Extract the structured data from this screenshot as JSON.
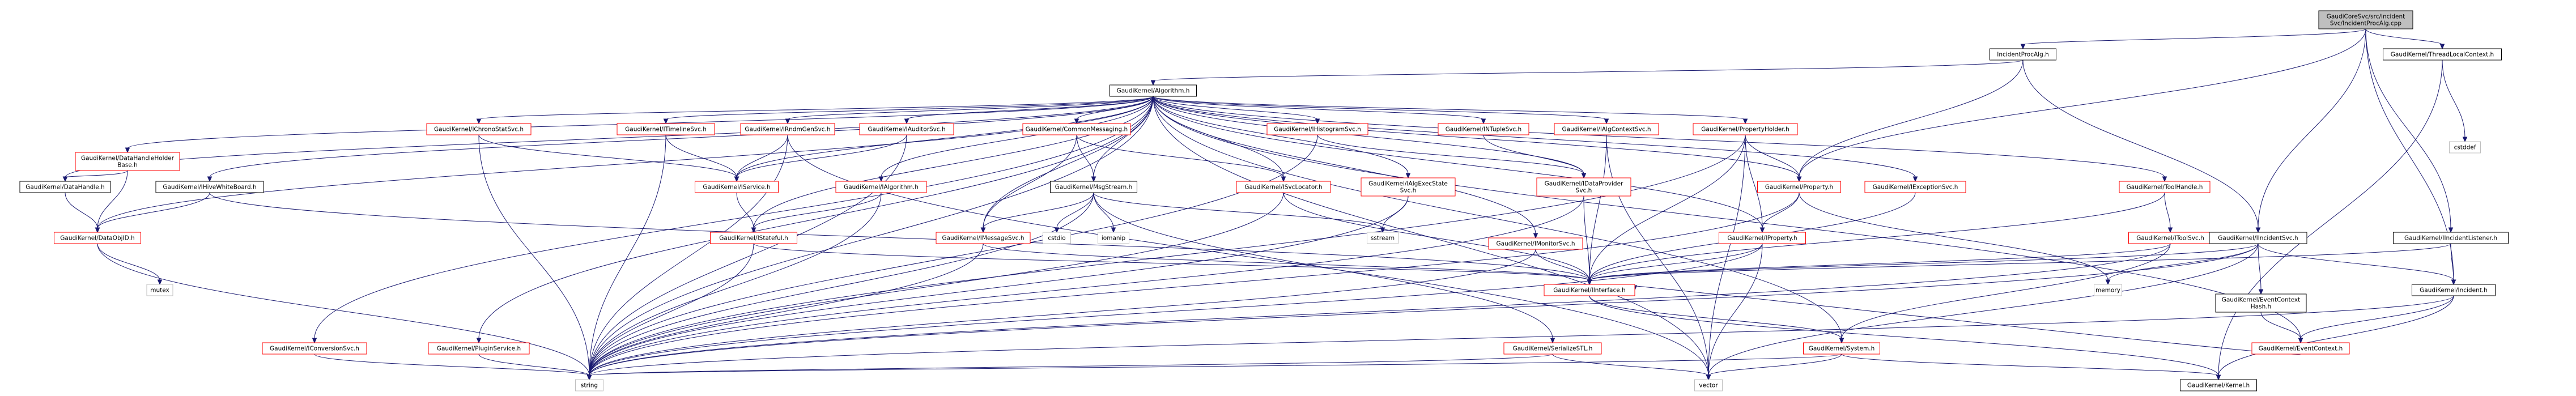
{
  "diagram": {
    "colors": {
      "edge": "#191970",
      "root_fill": "#bfbfbf",
      "root_border": "#000000",
      "documented_border": "#000000",
      "undocumented_border": "#ff0000",
      "node_fill": "#ffffff",
      "leaf_border": "#bfbfbf"
    },
    "nodes": [
      {
        "id": "root",
        "lines": [
          "GaudiCoreSvc/src/Incident",
          "Svc/IncidentProcAlg.cpp"
        ],
        "style": "root"
      },
      {
        "id": "incidentprocalg",
        "lines": [
          "IncidentProcAlg.h"
        ],
        "style": "documented"
      },
      {
        "id": "threadlocalcontext",
        "lines": [
          "GaudiKernel/ThreadLocalContext.h"
        ],
        "style": "documented"
      },
      {
        "id": "algorithm",
        "lines": [
          "GaudiKernel/Algorithm.h"
        ],
        "style": "documented"
      },
      {
        "id": "cstddef",
        "lines": [
          "cstddef"
        ],
        "style": "leaf"
      },
      {
        "id": "datahandleholderbase",
        "lines": [
          "GaudiKernel/DataHandleHolder",
          "Base.h"
        ],
        "style": "undocumented"
      },
      {
        "id": "ichronostatsvc",
        "lines": [
          "GaudiKernel/IChronoStatSvc.h"
        ],
        "style": "undocumented"
      },
      {
        "id": "itimelinesvc",
        "lines": [
          "GaudiKernel/ITimelineSvc.h"
        ],
        "style": "undocumented"
      },
      {
        "id": "indmgensvc",
        "lines": [
          "GaudiKernel/IRndmGenSvc.h"
        ],
        "style": "undocumented"
      },
      {
        "id": "iauditorsvc",
        "lines": [
          "GaudiKernel/IAuditorSvc.h"
        ],
        "style": "undocumented"
      },
      {
        "id": "commonmessaging",
        "lines": [
          "GaudiKernel/CommonMessaging.h"
        ],
        "style": "undocumented"
      },
      {
        "id": "ihistogramsvc",
        "lines": [
          "GaudiKernel/IHistogramSvc.h"
        ],
        "style": "undocumented"
      },
      {
        "id": "intuplesvc",
        "lines": [
          "GaudiKernel/INTupleSvc.h"
        ],
        "style": "undocumented"
      },
      {
        "id": "ialgcontextsvc",
        "lines": [
          "GaudiKernel/IAlgContextSvc.h"
        ],
        "style": "undocumented"
      },
      {
        "id": "propertyholder",
        "lines": [
          "GaudiKernel/PropertyHolder.h"
        ],
        "style": "undocumented"
      },
      {
        "id": "datahandle",
        "lines": [
          "GaudiKernel/DataHandle.h"
        ],
        "style": "documented"
      },
      {
        "id": "ihivewhiteboard",
        "lines": [
          "GaudiKernel/IHiveWhiteBoard.h"
        ],
        "style": "documented"
      },
      {
        "id": "iservice",
        "lines": [
          "GaudiKernel/IService.h"
        ],
        "style": "undocumented"
      },
      {
        "id": "ialgorithm",
        "lines": [
          "GaudiKernel/IAlgorithm.h"
        ],
        "style": "undocumented"
      },
      {
        "id": "msgstream",
        "lines": [
          "GaudiKernel/MsgStream.h"
        ],
        "style": "documented"
      },
      {
        "id": "isvclocator",
        "lines": [
          "GaudiKernel/ISvcLocator.h"
        ],
        "style": "undocumented"
      },
      {
        "id": "algexecstatesvc",
        "lines": [
          "GaudiKernel/IAlgExecState",
          "Svc.h"
        ],
        "style": "undocumented"
      },
      {
        "id": "dataprovidersvc",
        "lines": [
          "GaudiKernel/IDataProvider",
          "Svc.h"
        ],
        "style": "undocumented"
      },
      {
        "id": "property",
        "lines": [
          "GaudiKernel/Property.h"
        ],
        "style": "undocumented"
      },
      {
        "id": "iexceptionsvc",
        "lines": [
          "GaudiKernel/IExceptionSvc.h"
        ],
        "style": "undocumented"
      },
      {
        "id": "toolhandle",
        "lines": [
          "GaudiKernel/ToolHandle.h"
        ],
        "style": "undocumented"
      },
      {
        "id": "dataobjid",
        "lines": [
          "GaudiKernel/DataObjID.h"
        ],
        "style": "undocumented"
      },
      {
        "id": "istateful",
        "lines": [
          "GaudiKernel/IStateful.h"
        ],
        "style": "undocumented"
      },
      {
        "id": "imessagesvc",
        "lines": [
          "GaudiKernel/IMessageSvc.h"
        ],
        "style": "undocumented"
      },
      {
        "id": "cstdio",
        "lines": [
          "cstdio"
        ],
        "style": "leaf"
      },
      {
        "id": "iomanip",
        "lines": [
          "iomanip"
        ],
        "style": "leaf"
      },
      {
        "id": "string",
        "lines": [
          "string"
        ],
        "style": "leaf"
      },
      {
        "id": "sstream",
        "lines": [
          "sstream"
        ],
        "style": "leaf"
      },
      {
        "id": "imonitorsvc",
        "lines": [
          "GaudiKernel/IMonitorSvc.h"
        ],
        "style": "undocumented"
      },
      {
        "id": "iproperty",
        "lines": [
          "GaudiKernel/IProperty.h"
        ],
        "style": "undocumented"
      },
      {
        "id": "itoolsvc",
        "lines": [
          "GaudiKernel/IToolSvc.h"
        ],
        "style": "undocumented"
      },
      {
        "id": "iincidentsvc",
        "lines": [
          "GaudiKernel/IIncidentSvc.h"
        ],
        "style": "documented"
      },
      {
        "id": "iincidentlistener",
        "lines": [
          "GaudiKernel/IIncidentListener.h"
        ],
        "style": "documented"
      },
      {
        "id": "mutex",
        "lines": [
          "mutex"
        ],
        "style": "leaf"
      },
      {
        "id": "iinterface",
        "lines": [
          "GaudiKernel/IInterface.h"
        ],
        "style": "undocumented"
      },
      {
        "id": "memory",
        "lines": [
          "memory"
        ],
        "style": "leaf"
      },
      {
        "id": "eventcontexthash",
        "lines": [
          "GaudiKernel/EventContext",
          "Hash.h"
        ],
        "style": "documented"
      },
      {
        "id": "incident",
        "lines": [
          "GaudiKernel/Incident.h"
        ],
        "style": "documented"
      },
      {
        "id": "iconversionsvc",
        "lines": [
          "GaudiKernel/IConversionSvc.h"
        ],
        "style": "undocumented"
      },
      {
        "id": "ipluginservice",
        "lines": [
          "GaudiKernel/PluginService.h"
        ],
        "style": "undocumented"
      },
      {
        "id": "serializestl",
        "lines": [
          "GaudiKernel/SerializeSTL.h"
        ],
        "style": "undocumented"
      },
      {
        "id": "system",
        "lines": [
          "GaudiKernel/System.h"
        ],
        "style": "undocumented"
      },
      {
        "id": "eventcontext",
        "lines": [
          "GaudiKernel/EventContext.h"
        ],
        "style": "undocumented"
      },
      {
        "id": "vector",
        "lines": [
          "vector"
        ],
        "style": "leaf"
      },
      {
        "id": "kernel",
        "lines": [
          "GaudiKernel/Kernel.h"
        ],
        "style": "documented"
      }
    ],
    "edges": [
      [
        "root",
        "incidentprocalg"
      ],
      [
        "root",
        "threadlocalcontext"
      ],
      [
        "root",
        "iincidentsvc"
      ],
      [
        "root",
        "iincidentlistener"
      ],
      [
        "root",
        "incident"
      ],
      [
        "root",
        "property"
      ],
      [
        "incidentprocalg",
        "algorithm"
      ],
      [
        "incidentprocalg",
        "property"
      ],
      [
        "incidentprocalg",
        "iincidentsvc"
      ],
      [
        "threadlocalcontext",
        "cstddef"
      ],
      [
        "threadlocalcontext",
        "kernel"
      ],
      [
        "algorithm",
        "datahandleholderbase"
      ],
      [
        "algorithm",
        "datahandle"
      ],
      [
        "algorithm",
        "ihivewhiteboard"
      ],
      [
        "algorithm",
        "dataobjid"
      ],
      [
        "algorithm",
        "ichronostatsvc"
      ],
      [
        "algorithm",
        "itimelinesvc"
      ],
      [
        "algorithm",
        "indmgensvc"
      ],
      [
        "algorithm",
        "iauditorsvc"
      ],
      [
        "algorithm",
        "commonmessaging"
      ],
      [
        "algorithm",
        "ihistogramsvc"
      ],
      [
        "algorithm",
        "intuplesvc"
      ],
      [
        "algorithm",
        "ialgcontextsvc"
      ],
      [
        "algorithm",
        "propertyholder"
      ],
      [
        "algorithm",
        "iservice"
      ],
      [
        "algorithm",
        "ialgorithm"
      ],
      [
        "algorithm",
        "msgstream"
      ],
      [
        "algorithm",
        "isvclocator"
      ],
      [
        "algorithm",
        "algexecstatesvc"
      ],
      [
        "algorithm",
        "dataprovidersvc"
      ],
      [
        "algorithm",
        "property"
      ],
      [
        "algorithm",
        "iexceptionsvc"
      ],
      [
        "algorithm",
        "toolhandle"
      ],
      [
        "algorithm",
        "istateful"
      ],
      [
        "algorithm",
        "imessagesvc"
      ],
      [
        "algorithm",
        "imonitorsvc"
      ],
      [
        "algorithm",
        "iproperty"
      ],
      [
        "algorithm",
        "iconversionsvc"
      ],
      [
        "algorithm",
        "ipluginservice"
      ],
      [
        "algorithm",
        "string"
      ],
      [
        "algorithm",
        "vector"
      ],
      [
        "algorithm",
        "system"
      ],
      [
        "algorithm",
        "eventcontext"
      ],
      [
        "datahandleholderbase",
        "datahandle"
      ],
      [
        "datahandleholderbase",
        "dataobjid"
      ],
      [
        "datahandle",
        "dataobjid"
      ],
      [
        "ihivewhiteboard",
        "dataobjid"
      ],
      [
        "ihivewhiteboard",
        "iinterface"
      ],
      [
        "dataobjid",
        "mutex"
      ],
      [
        "dataobjid",
        "string"
      ],
      [
        "ichronostatsvc",
        "iservice"
      ],
      [
        "ichronostatsvc",
        "string"
      ],
      [
        "itimelinesvc",
        "iservice"
      ],
      [
        "itimelinesvc",
        "string"
      ],
      [
        "indmgensvc",
        "iservice"
      ],
      [
        "indmgensvc",
        "string"
      ],
      [
        "indmgensvc",
        "vector"
      ],
      [
        "iauditorsvc",
        "iservice"
      ],
      [
        "iauditorsvc",
        "string"
      ],
      [
        "commonmessaging",
        "msgstream"
      ],
      [
        "commonmessaging",
        "imessagesvc"
      ],
      [
        "commonmessaging",
        "isvclocator"
      ],
      [
        "ihistogramsvc",
        "dataprovidersvc"
      ],
      [
        "ihistogramsvc",
        "string"
      ],
      [
        "intuplesvc",
        "dataprovidersvc"
      ],
      [
        "ialgcontextsvc",
        "iinterface"
      ],
      [
        "ialgcontextsvc",
        "vector"
      ],
      [
        "propertyholder",
        "property"
      ],
      [
        "propertyholder",
        "iproperty"
      ],
      [
        "propertyholder",
        "iinterface"
      ],
      [
        "propertyholder",
        "string"
      ],
      [
        "propertyholder",
        "vector"
      ],
      [
        "iservice",
        "istateful"
      ],
      [
        "ialgorithm",
        "istateful"
      ],
      [
        "ialgorithm",
        "string"
      ],
      [
        "msgstream",
        "imessagesvc"
      ],
      [
        "msgstream",
        "serializestl"
      ],
      [
        "msgstream",
        "cstdio"
      ],
      [
        "msgstream",
        "iomanip"
      ],
      [
        "msgstream",
        "string"
      ],
      [
        "msgstream",
        "sstream"
      ],
      [
        "isvclocator",
        "iinterface"
      ],
      [
        "isvclocator",
        "string"
      ],
      [
        "algexecstatesvc",
        "sstream"
      ],
      [
        "algexecstatesvc",
        "string"
      ],
      [
        "dataprovidersvc",
        "iinterface"
      ],
      [
        "dataprovidersvc",
        "string"
      ],
      [
        "property",
        "iproperty"
      ],
      [
        "property",
        "memory"
      ],
      [
        "property",
        "string"
      ],
      [
        "iexceptionsvc",
        "iinterface"
      ],
      [
        "toolhandle",
        "itoolsvc"
      ],
      [
        "toolhandle",
        "iinterface"
      ],
      [
        "itoolsvc",
        "iinterface"
      ],
      [
        "itoolsvc",
        "system"
      ],
      [
        "itoolsvc",
        "string"
      ],
      [
        "istateful",
        "iinterface"
      ],
      [
        "istateful",
        "string"
      ],
      [
        "imessagesvc",
        "iinterface"
      ],
      [
        "imessagesvc",
        "string"
      ],
      [
        "imonitorsvc",
        "iinterface"
      ],
      [
        "imonitorsvc",
        "string"
      ],
      [
        "iproperty",
        "iinterface"
      ],
      [
        "iproperty",
        "string"
      ],
      [
        "iproperty",
        "vector"
      ],
      [
        "iinterface",
        "system"
      ],
      [
        "iinterface",
        "kernel"
      ],
      [
        "system",
        "kernel"
      ],
      [
        "system",
        "string"
      ],
      [
        "system",
        "vector"
      ],
      [
        "iincidentsvc",
        "iinterface"
      ],
      [
        "iincidentsvc",
        "memory"
      ],
      [
        "iincidentsvc",
        "eventcontexthash"
      ],
      [
        "iincidentsvc",
        "incident"
      ],
      [
        "iincidentsvc",
        "string"
      ],
      [
        "iincidentsvc",
        "vector"
      ],
      [
        "iincidentlistener",
        "iinterface"
      ],
      [
        "iincidentlistener",
        "incident"
      ],
      [
        "eventcontexthash",
        "eventcontext"
      ],
      [
        "incident",
        "eventcontext"
      ],
      [
        "incident",
        "kernel"
      ],
      [
        "incident",
        "string"
      ],
      [
        "serializestl",
        "string"
      ],
      [
        "serializestl",
        "vector"
      ],
      [
        "iconversionsvc",
        "string"
      ],
      [
        "ipluginservice",
        "string"
      ],
      [
        "eventcontext",
        "iinterface"
      ]
    ]
  }
}
